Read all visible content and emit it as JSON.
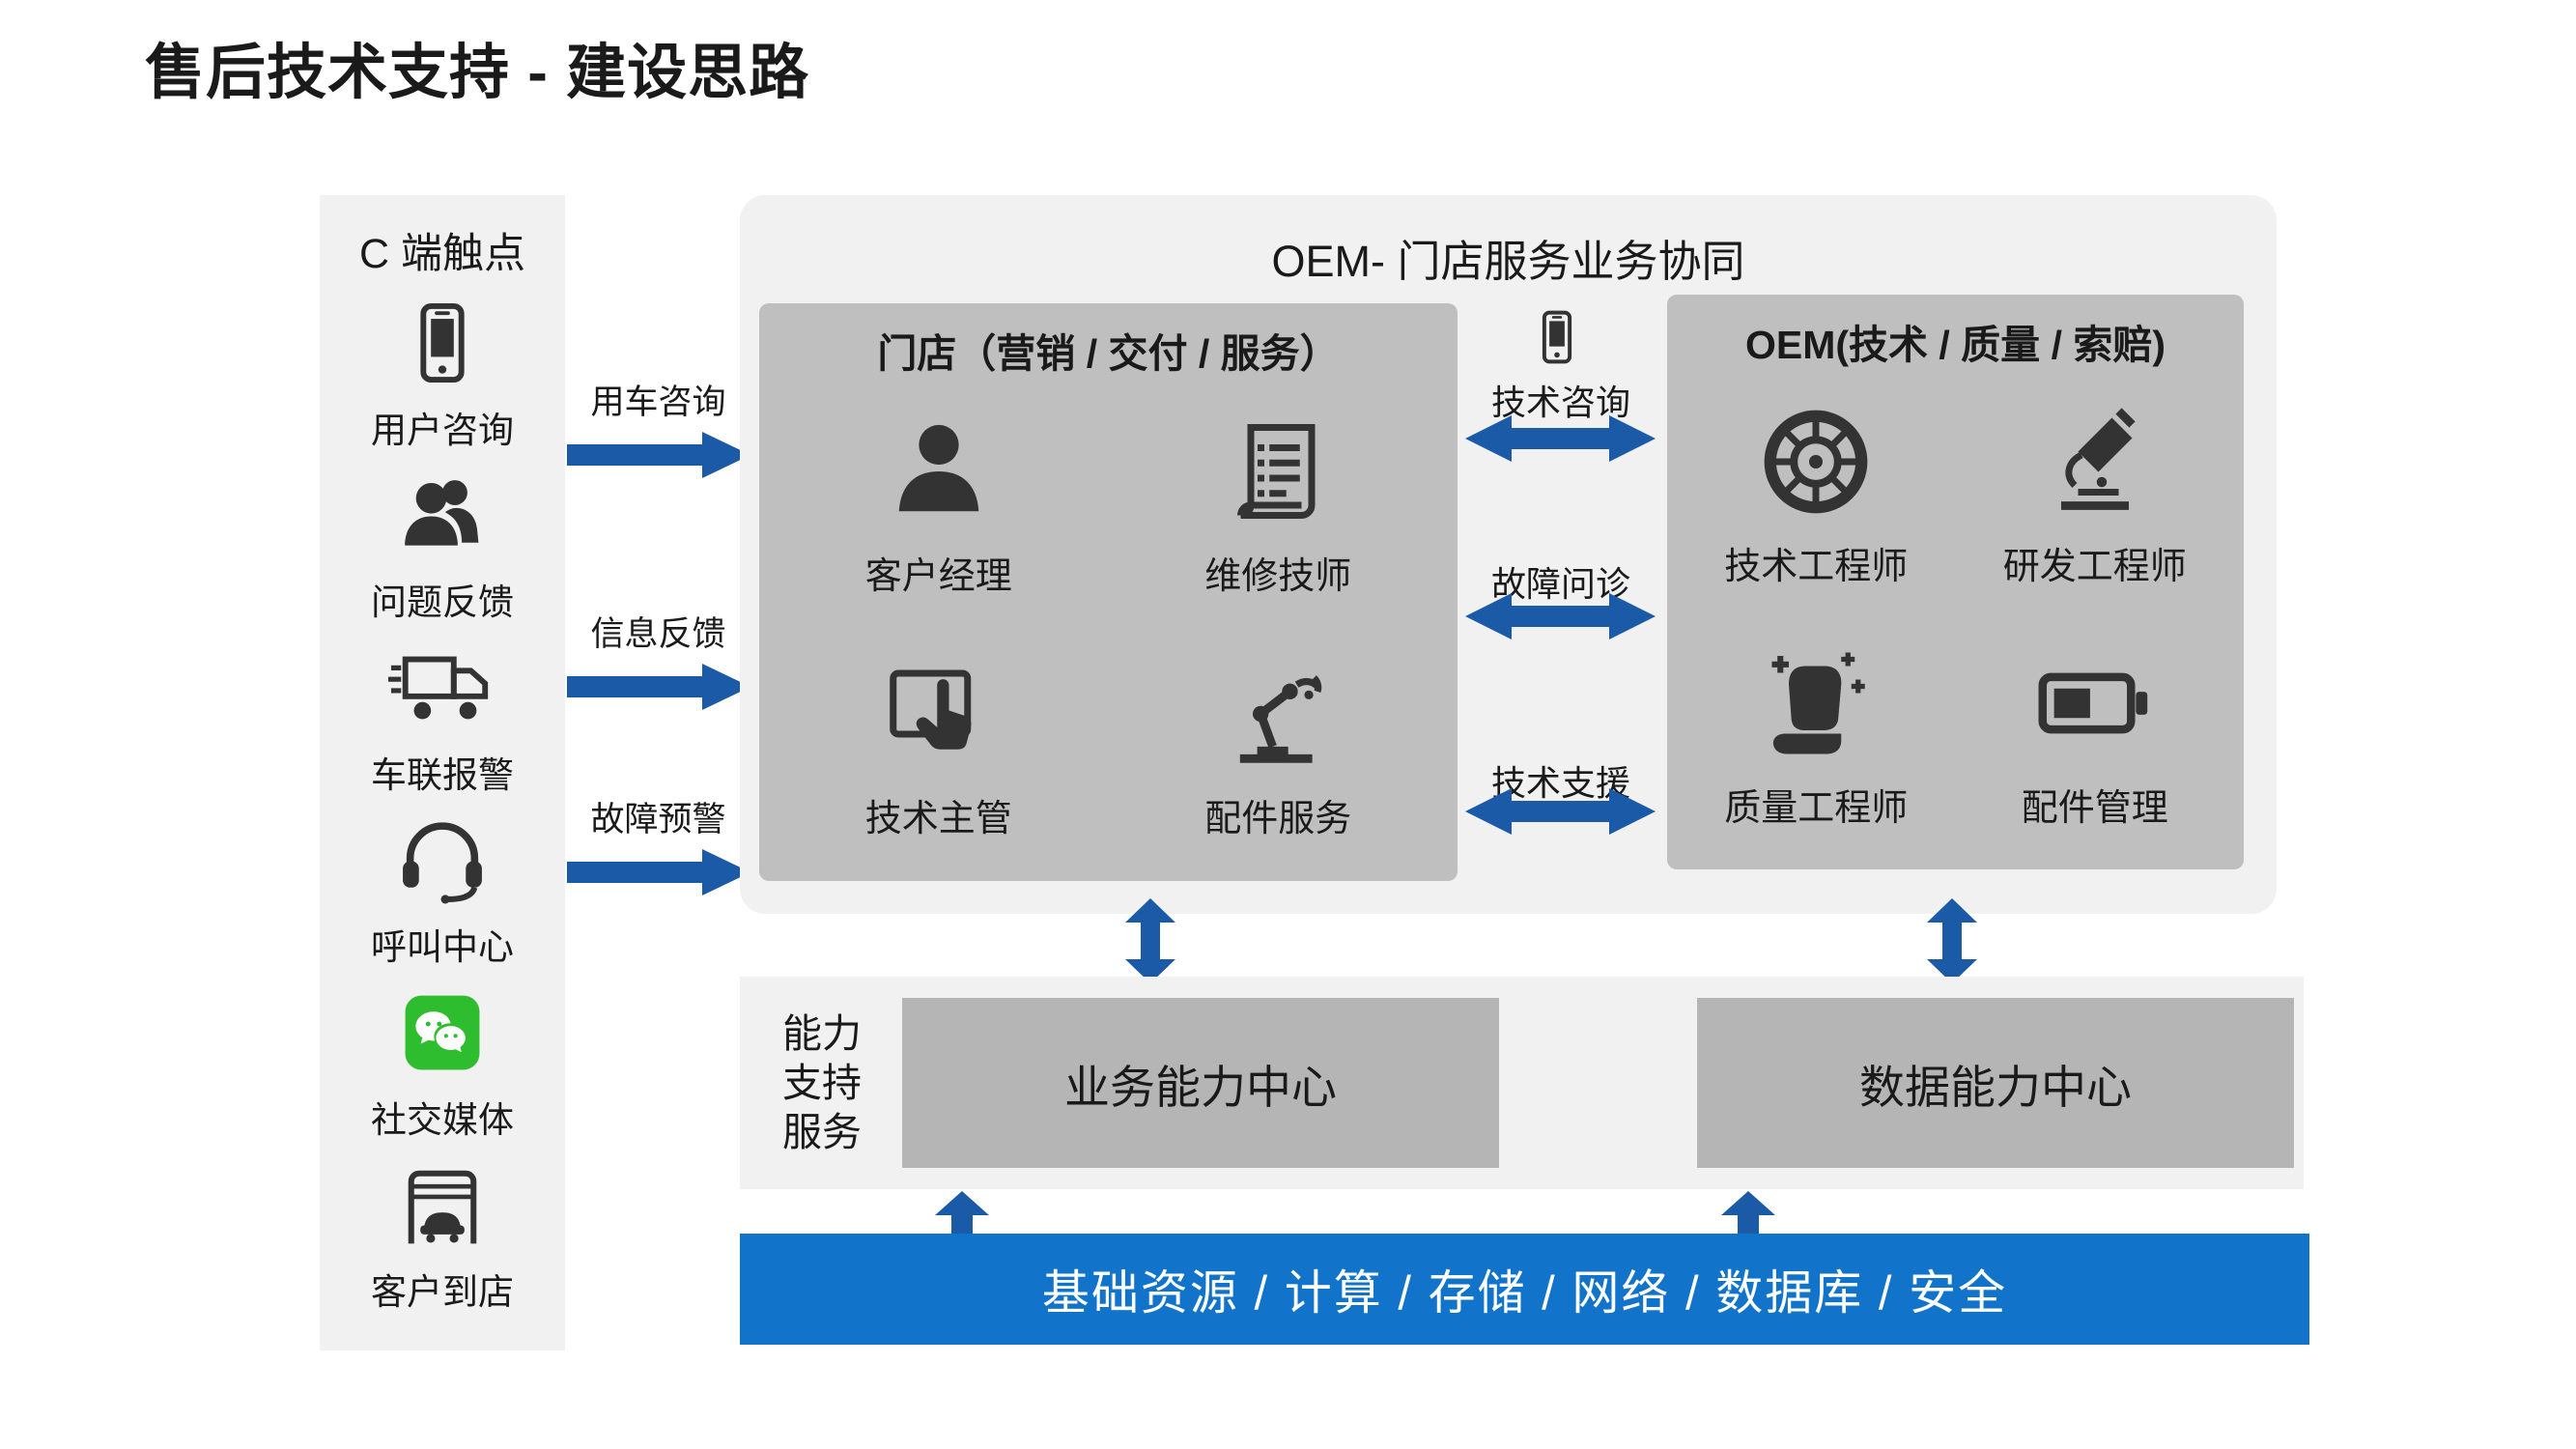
{
  "page": {
    "title": "售后技术支持 - 建设思路"
  },
  "colors": {
    "arrow_blue": "#1b5aa7",
    "infrastructure_blue": "#1273cb",
    "panel_gray": "#f1f1f2",
    "box_gray": "#bfbfbf",
    "capability_box_gray": "#b5b5b5",
    "wechat_green": "#2EBD2E",
    "icon_gray": "#333333"
  },
  "touchpoints": {
    "title": "C 端触点",
    "items": [
      {
        "icon": "smartphone-icon",
        "label": "用户咨询"
      },
      {
        "icon": "users-icon",
        "label": "问题反馈"
      },
      {
        "icon": "truck-icon",
        "label": "车联报警"
      },
      {
        "icon": "headset-icon",
        "label": "呼叫中心"
      },
      {
        "icon": "wechat-icon",
        "label": "社交媒体"
      },
      {
        "icon": "store-icon",
        "label": "客户到店"
      }
    ]
  },
  "inbound_flows": [
    {
      "label": "用车咨询"
    },
    {
      "label": "信息反馈"
    },
    {
      "label": "故障预警"
    }
  ],
  "collaboration": {
    "title": "OEM- 门店服务业务协同",
    "store": {
      "title": "门店（营销 / 交付 / 服务）",
      "items": [
        {
          "icon": "person-icon",
          "label": "客户经理"
        },
        {
          "icon": "worklist-icon",
          "label": "维修技师"
        },
        {
          "icon": "touchscreen-icon",
          "label": "技术主管"
        },
        {
          "icon": "robot-arm-icon",
          "label": "配件服务"
        }
      ]
    },
    "links": [
      {
        "icon": "smartphone-icon",
        "label": "技术咨询"
      },
      {
        "label": "故障问诊"
      },
      {
        "label": "技术支援"
      }
    ],
    "oem": {
      "title": "OEM(技术 / 质量 / 索赔)",
      "items": [
        {
          "icon": "wheel-icon",
          "label": "技术工程师"
        },
        {
          "icon": "microscope-icon",
          "label": "研发工程师"
        },
        {
          "icon": "seat-icon",
          "label": "质量工程师"
        },
        {
          "icon": "battery-icon",
          "label": "配件管理"
        }
      ]
    }
  },
  "capability": {
    "side_label_lines": [
      "能力",
      "支持",
      "服务"
    ],
    "centers": [
      {
        "label": "业务能力中心"
      },
      {
        "label": "数据能力中心"
      }
    ]
  },
  "infrastructure": {
    "label": "基础资源 / 计算 / 存储 / 网络 / 数据库 / 安全"
  }
}
